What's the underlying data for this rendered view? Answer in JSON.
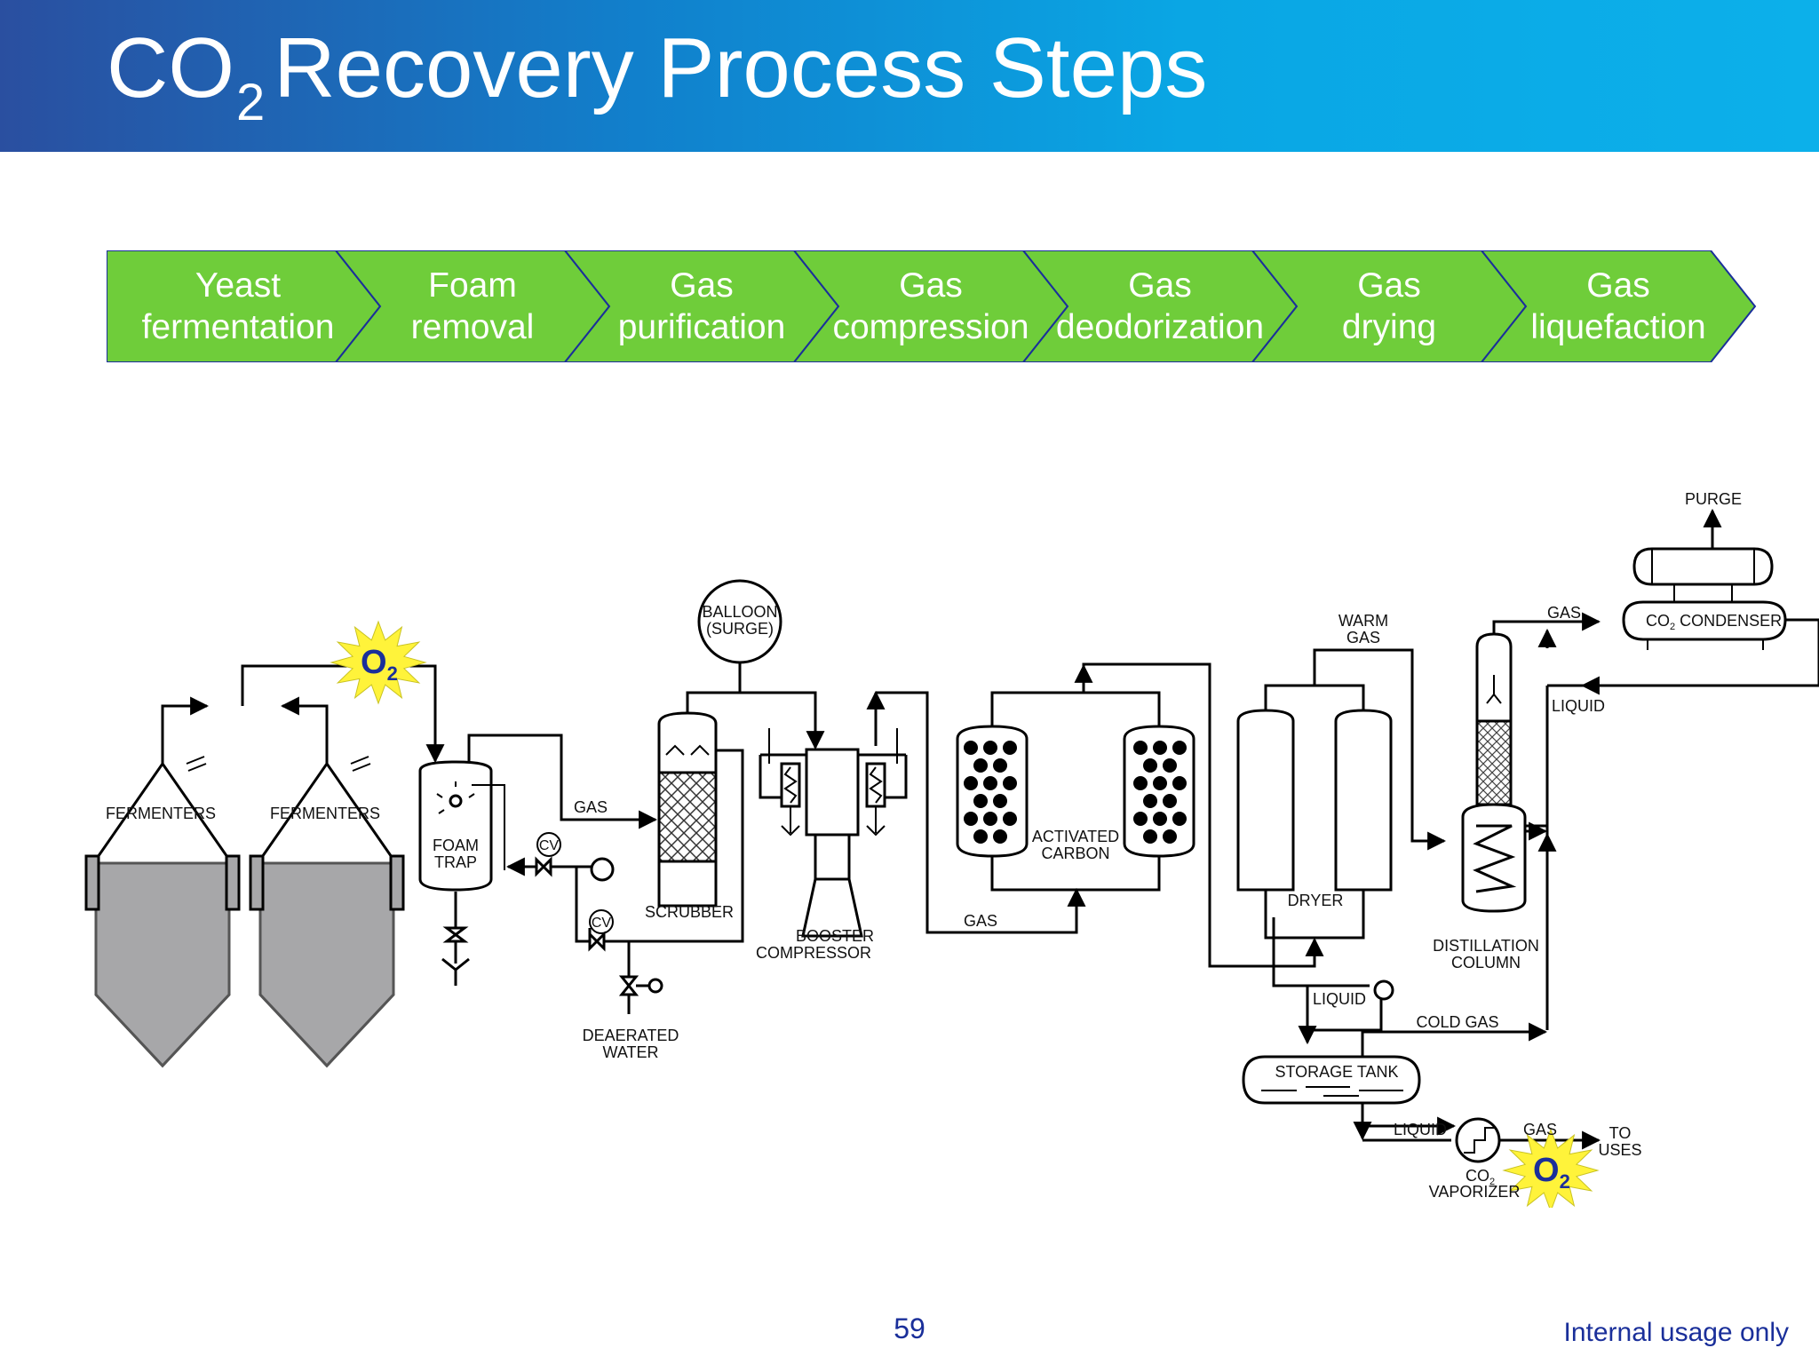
{
  "title": {
    "main": "CO",
    "sub": "2",
    "rest": "Recovery Process Steps"
  },
  "colors": {
    "header_start": "#2a4fa0",
    "header_end": "#0cb0ea",
    "step_fill": "#6fcd3a",
    "step_border": "#1a2f9a",
    "page_text": "#1a2f9a",
    "tank_liquid": "#a7a7a9",
    "o2_burst": "#fff33a",
    "o2_text": "#1a2f9a"
  },
  "process_steps": [
    {
      "label": "Yeast\nfermentation"
    },
    {
      "label": "Foam\nremoval"
    },
    {
      "label": "Gas\npurification"
    },
    {
      "label": "Gas\ncompression"
    },
    {
      "label": "Gas\ndeodorization"
    },
    {
      "label": "Gas\ndrying"
    },
    {
      "label": "Gas\nliquefaction"
    }
  ],
  "diagram": {
    "fermenters_1": "FERMENTERS",
    "fermenters_2": "FERMENTERS",
    "o2_main": "O",
    "o2_sub": "2",
    "foam_trap_1": "FOAM",
    "foam_trap_2": "TRAP",
    "gas_1": "GAS",
    "cv_1": "CV",
    "cv_2": "CV",
    "balloon_1": "BALLOON",
    "balloon_2": "(SURGE)",
    "scrubber": "SCRUBBER",
    "deaerated_1": "DEAERATED",
    "deaerated_2": "WATER",
    "booster_1": "BOOSTER",
    "booster_2": "COMPRESSOR",
    "activated_1": "ACTIVATED",
    "activated_2": "CARBON",
    "gas_2": "GAS",
    "warm_gas_1": "WARM",
    "warm_gas_2": "GAS",
    "dryer": "DRYER",
    "purge": "PURGE",
    "gas_3": "GAS",
    "condenser_main": "CO",
    "condenser_sub": "2",
    "condenser_rest": " CONDENSER",
    "liquid_1": "LIQUID",
    "distillation_1": "DISTILLATION",
    "distillation_2": "COLUMN",
    "liquid_2": "LIQUID",
    "cold_gas": "COLD GAS",
    "storage_tank": "STORAGE TANK",
    "liquid_3": "LIQUID",
    "gas_4": "GAS",
    "to_uses_1": "TO",
    "to_uses_2": "USES",
    "vaporizer_main": "CO",
    "vaporizer_sub": "2",
    "vaporizer_2": "VAPORIZER"
  },
  "page_number": "59",
  "footer_note": "Internal usage only"
}
